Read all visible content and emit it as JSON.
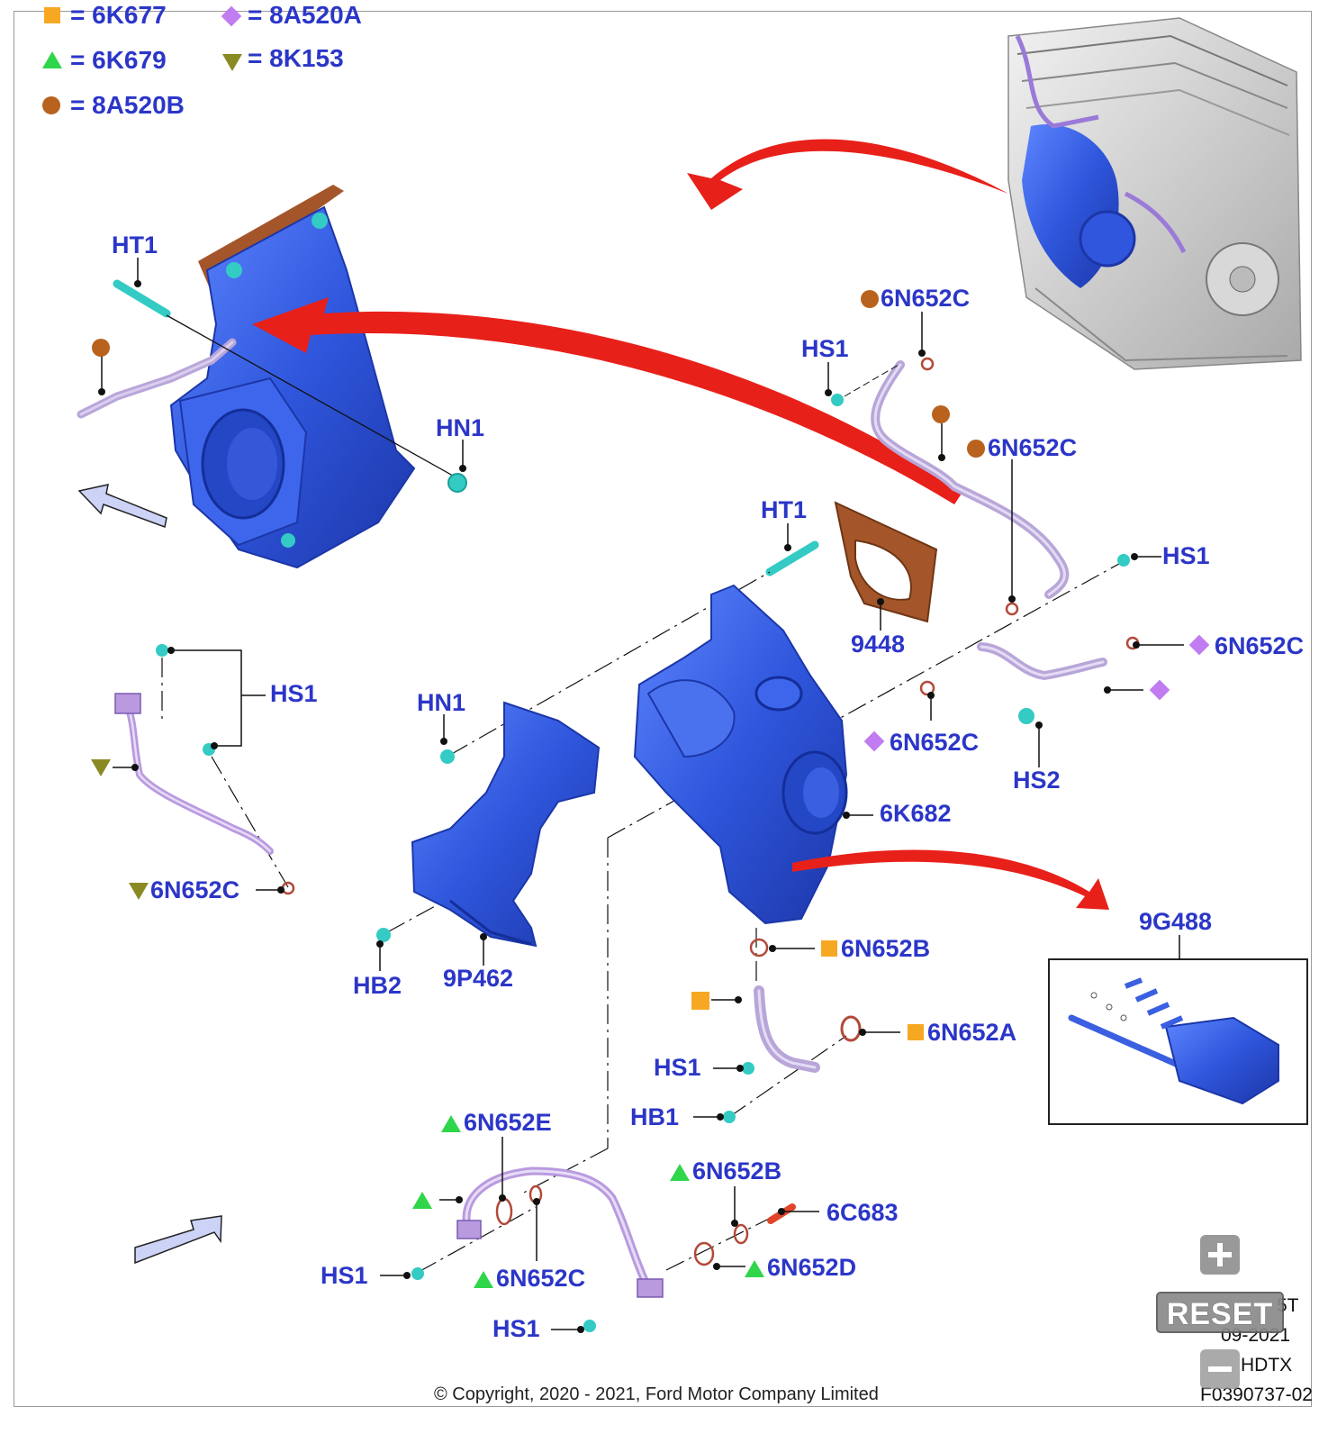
{
  "colors": {
    "label_blue": "#2b36c8",
    "part_blue": "#3a5fe0",
    "arrow_red": "#e8201a",
    "gasket_brown": "#a4562a",
    "tube_lilac": "#b8a6d8",
    "stud_cyan": "#33cbc4",
    "sq_orange": "#f7a823",
    "tri_green": "#2fd64a",
    "dia_purple": "#c07cf0",
    "tri_olive": "#8a8a24",
    "dot_brown": "#b8621e"
  },
  "legend": [
    {
      "symbol": "square",
      "color": "#f7a823",
      "text": "= 6K677"
    },
    {
      "symbol": "diamond",
      "color": "#c07cf0",
      "text": "= 8A520A"
    },
    {
      "symbol": "triangle-up",
      "color": "#2fd64a",
      "text": "= 6K679"
    },
    {
      "symbol": "triangle-down",
      "color": "#8a8a24",
      "text": "= 8K153"
    },
    {
      "symbol": "dot",
      "color": "#b8621e",
      "text": "= 8A520B"
    }
  ],
  "callouts": [
    {
      "text": "HT1"
    },
    {
      "text": "HN1"
    },
    {
      "text": "6N652C"
    },
    {
      "text": "HS1"
    },
    {
      "text": "6N652C"
    },
    {
      "text": "HT1"
    },
    {
      "text": "HS1"
    },
    {
      "text": "9448"
    },
    {
      "text": "6N652C"
    },
    {
      "text": "HS1"
    },
    {
      "text": "HN1"
    },
    {
      "text": "6N652C"
    },
    {
      "text": "HS2"
    },
    {
      "text": "6K682"
    },
    {
      "text": "6N652C"
    },
    {
      "text": "9G488"
    },
    {
      "text": "HB2"
    },
    {
      "text": "9P462"
    },
    {
      "text": "6N652B"
    },
    {
      "text": "6N652A"
    },
    {
      "text": "HS1"
    },
    {
      "text": "HB1"
    },
    {
      "text": "6N652E"
    },
    {
      "text": "6N652B"
    },
    {
      "text": "6C683"
    },
    {
      "text": "HS1"
    },
    {
      "text": "6N652C"
    },
    {
      "text": "6N652D"
    },
    {
      "text": "HS1"
    }
  ],
  "copyright": "© Copyright, 2020 - 2021, Ford Motor Company Limited",
  "corner": {
    "line1": "5T",
    "line2": "09-2021",
    "line3": "HDTX",
    "line4": "F0390737-02"
  },
  "controls": {
    "zoom_in": "zoom-in",
    "reset": "RESET",
    "zoom_out": "zoom-out"
  }
}
